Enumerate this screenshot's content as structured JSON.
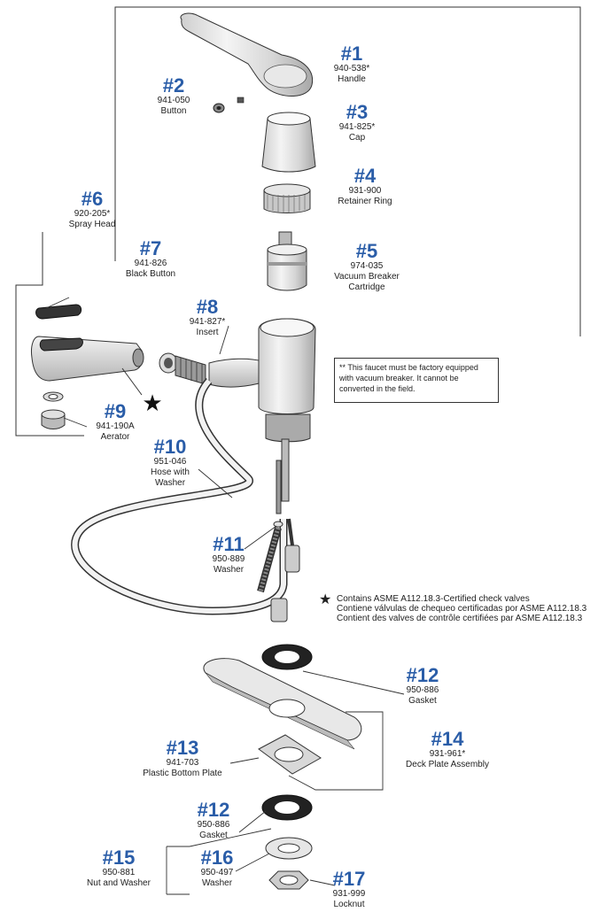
{
  "parts": [
    {
      "key": "p1",
      "num": "#1",
      "pn": "940-538*",
      "name": "Handle"
    },
    {
      "key": "p2",
      "num": "#2",
      "pn": "941-050",
      "name": "Button"
    },
    {
      "key": "p3",
      "num": "#3",
      "pn": "941-825*",
      "name": "Cap"
    },
    {
      "key": "p4",
      "num": "#4",
      "pn": "931-900",
      "name": "Retainer Ring"
    },
    {
      "key": "p5",
      "num": "#5",
      "pn": "974-035",
      "name": "Vacuum Breaker",
      "name2": "Cartridge"
    },
    {
      "key": "p6",
      "num": "#6",
      "pn": "920-205*",
      "name": "Spray Head"
    },
    {
      "key": "p7",
      "num": "#7",
      "pn": "941-826",
      "name": "Black Button"
    },
    {
      "key": "p8",
      "num": "#8",
      "pn": "941-827*",
      "name": "Insert"
    },
    {
      "key": "p9",
      "num": "#9",
      "pn": "941-190A",
      "name": "Aerator"
    },
    {
      "key": "p10",
      "num": "#10",
      "pn": "951-046",
      "name": "Hose with",
      "name2": "Washer"
    },
    {
      "key": "p11",
      "num": "#11",
      "pn": "950-889",
      "name": "Washer"
    },
    {
      "key": "p12a",
      "num": "#12",
      "pn": "950-886",
      "name": "Gasket"
    },
    {
      "key": "p13",
      "num": "#13",
      "pn": "941-703",
      "name": "Plastic Bottom Plate"
    },
    {
      "key": "p14",
      "num": "#14",
      "pn": "931-961*",
      "name": "Deck Plate Assembly"
    },
    {
      "key": "p12b",
      "num": "#12",
      "pn": "950-886",
      "name": "Gasket"
    },
    {
      "key": "p15",
      "num": "#15",
      "pn": "950-881",
      "name": "Nut and Washer"
    },
    {
      "key": "p16",
      "num": "#16",
      "pn": "950-497",
      "name": "Washer"
    },
    {
      "key": "p17",
      "num": "#17",
      "pn": "931-999",
      "name": "Locknut"
    }
  ],
  "note": {
    "line1": "** This faucet must be factory equipped",
    "line2": "with vacuum breaker. It cannot be",
    "line3": "converted in the field."
  },
  "legend": {
    "symbol": "★",
    "line1": "Contains ASME A112.18.3-Certified check valves",
    "line2": "Contiene válvulas de chequeo certificadas por ASME A112.18.3",
    "line3": "Contient des valves de contrôle certifiées par ASME A112.18.3"
  },
  "colors": {
    "label_blue": "#2a5da8",
    "line": "#333333",
    "part_fill": "#e4e4e4",
    "dark": "#222222"
  }
}
